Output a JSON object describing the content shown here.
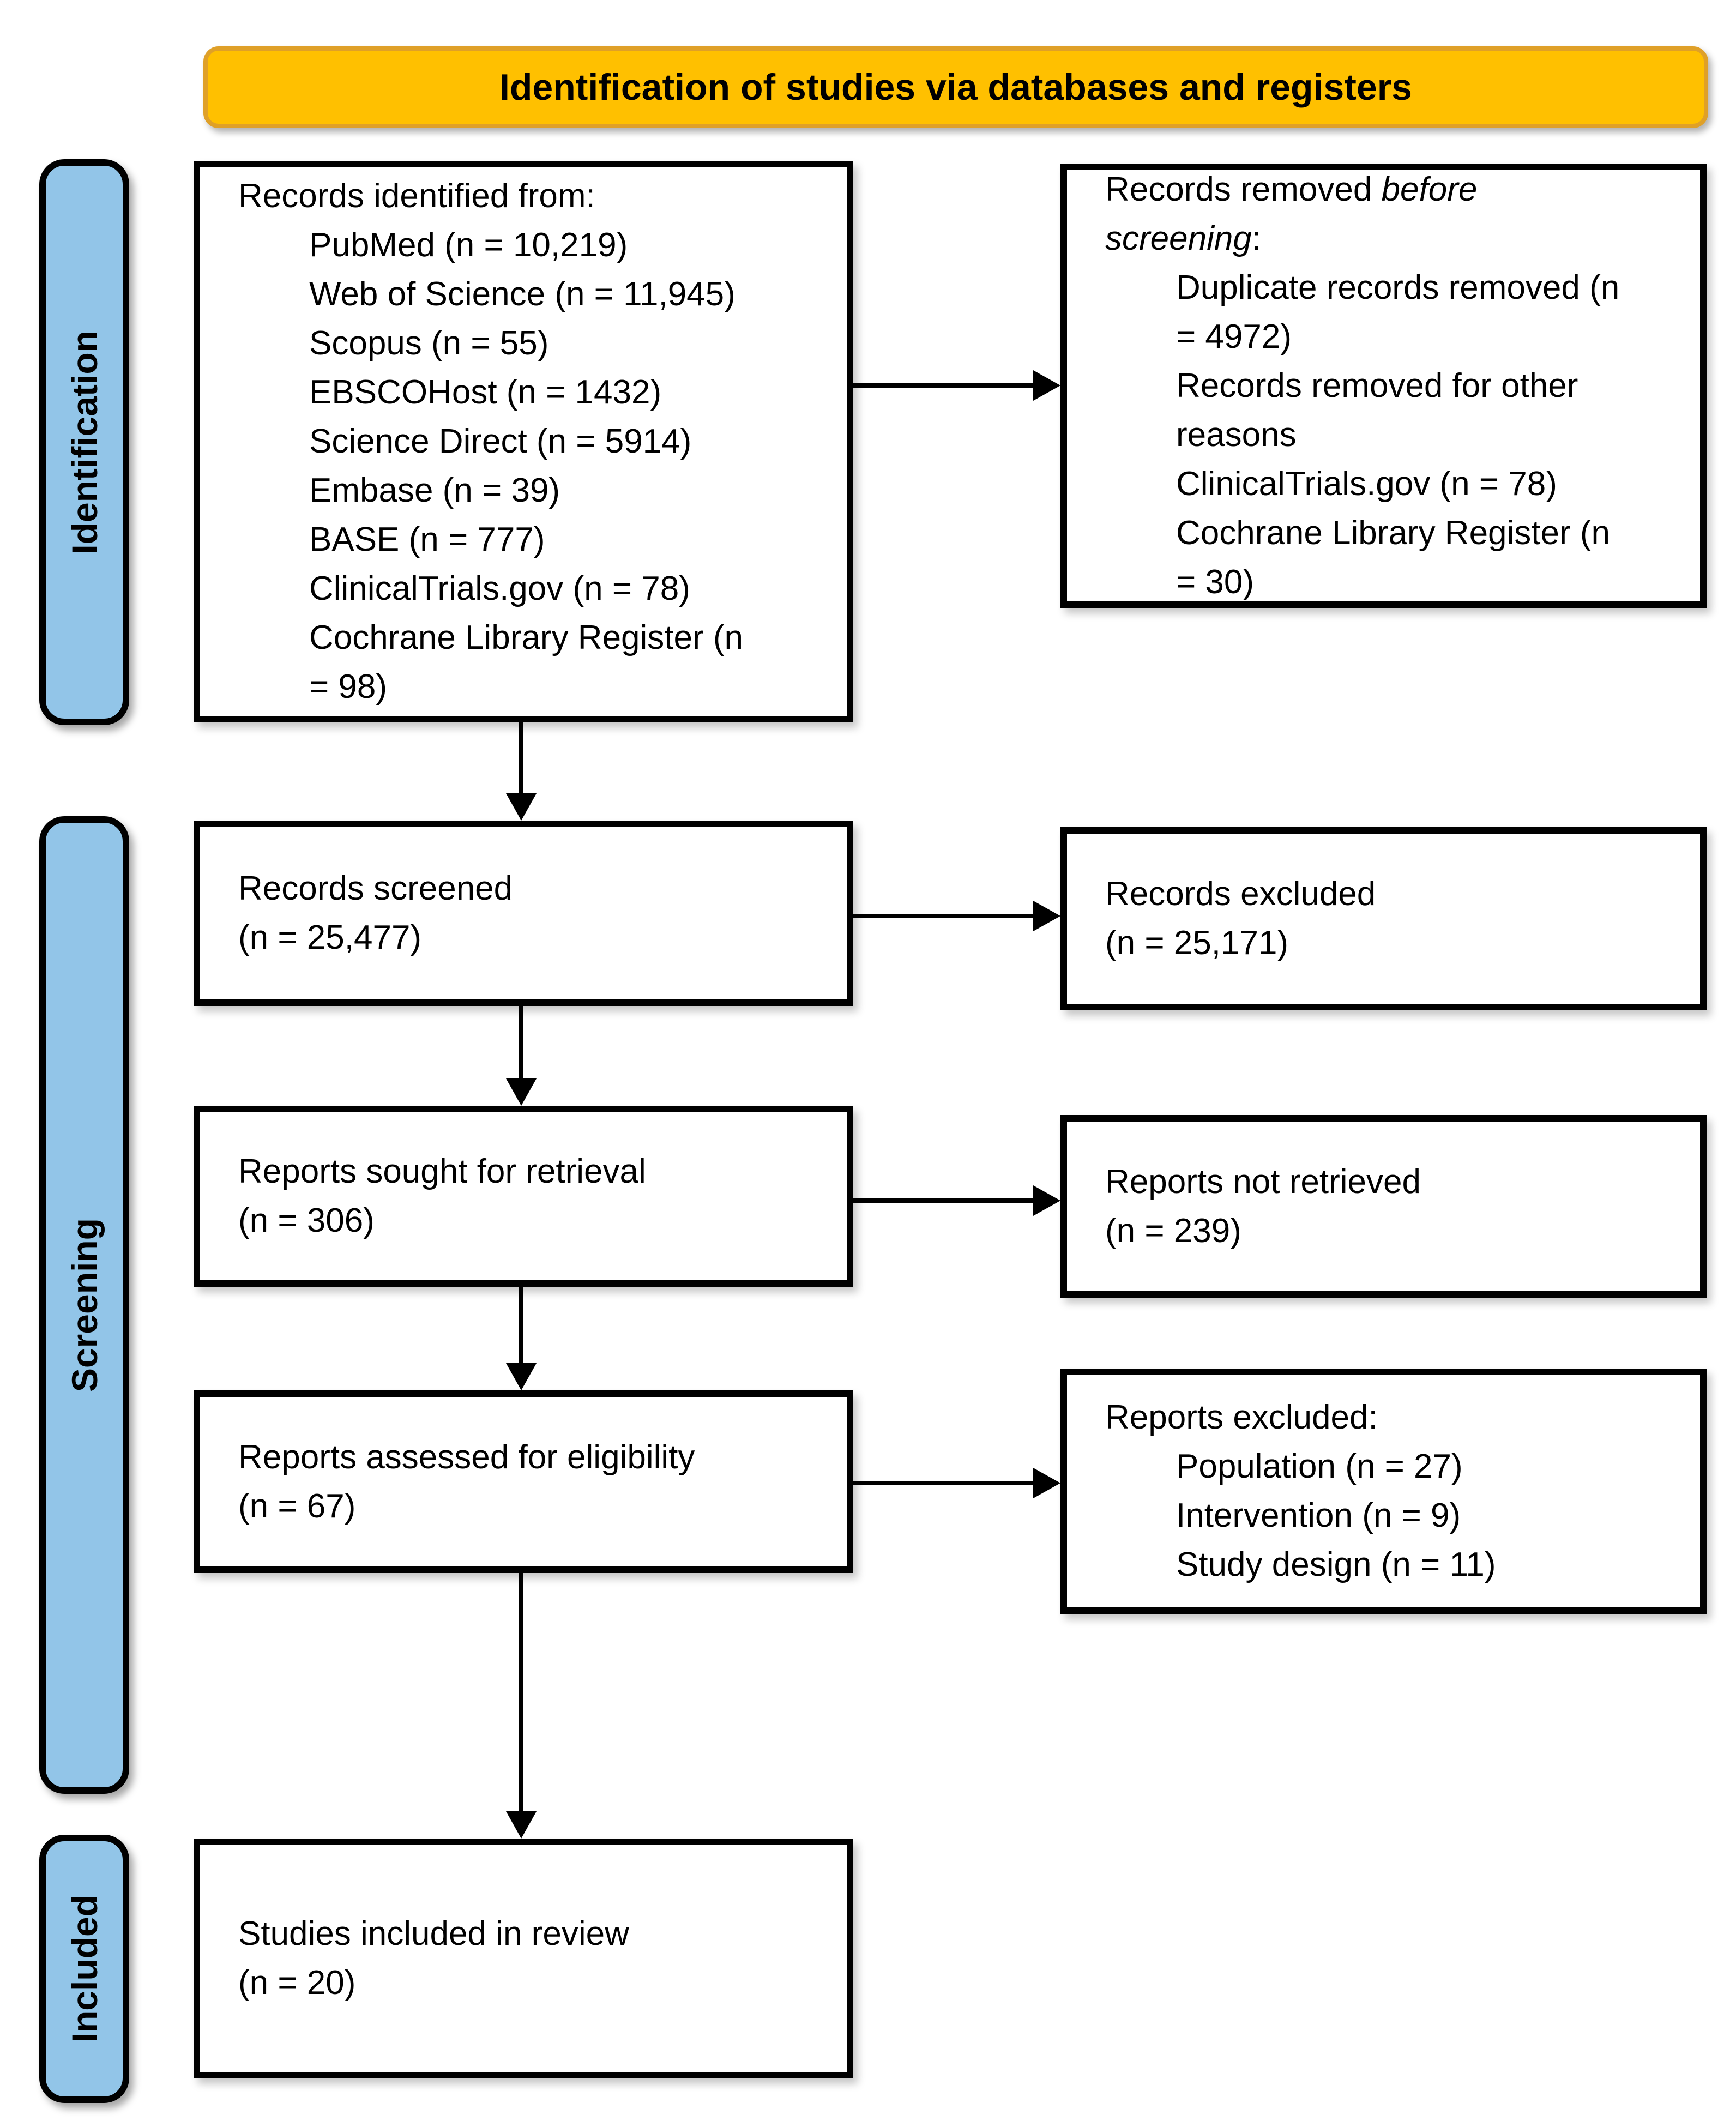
{
  "header": {
    "title": "Identification of studies via databases and registers"
  },
  "sidebar": {
    "identification_label": "Identification",
    "screening_label": "Screening",
    "included_label": "Included"
  },
  "boxes": {
    "records_identified": {
      "heading": "Records identified from:",
      "items": [
        "PubMed (n = 10,219)",
        "Web of Science (n = 11,945)",
        "Scopus (n = 55)",
        "EBSCOHost (n = 1432)",
        "Science Direct (n = 5914)",
        "Embase (n = 39)",
        "BASE (n = 777)",
        "ClinicalTrials.gov (n = 78)",
        "Cochrane Library Register (n = 98)"
      ]
    },
    "records_removed": {
      "heading_prefix": "Records removed ",
      "heading_italic": "before screening",
      "heading_suffix": ":",
      "items": [
        "Duplicate records removed (n = 4972)",
        "Records removed for other reasons",
        "ClinicalTrials.gov (n = 78)",
        "Cochrane Library Register (n = 30)"
      ]
    },
    "records_screened": {
      "line1": "Records screened",
      "line2": "(n = 25,477)"
    },
    "records_excluded": {
      "line1": "Records excluded",
      "line2": "(n = 25,171)"
    },
    "reports_sought": {
      "line1": "Reports sought for retrieval",
      "line2": "(n = 306)"
    },
    "reports_not_retrieved": {
      "line1": "Reports not retrieved",
      "line2": "(n = 239)"
    },
    "reports_assessed": {
      "line1": "Reports assessed for eligibility",
      "line2": "(n = 67)"
    },
    "reports_excluded": {
      "heading": "Reports excluded:",
      "items": [
        "Population (n = 27)",
        "Intervention (n = 9)",
        "Study design (n = 11)"
      ]
    },
    "studies_included": {
      "line1": "Studies included in review",
      "line2": "(n = 20)"
    }
  },
  "colors": {
    "banner_fill": "#FFC000",
    "banner_border": "#DFA028",
    "sidebar_fill": "#92C5E8",
    "box_border": "#000000"
  }
}
